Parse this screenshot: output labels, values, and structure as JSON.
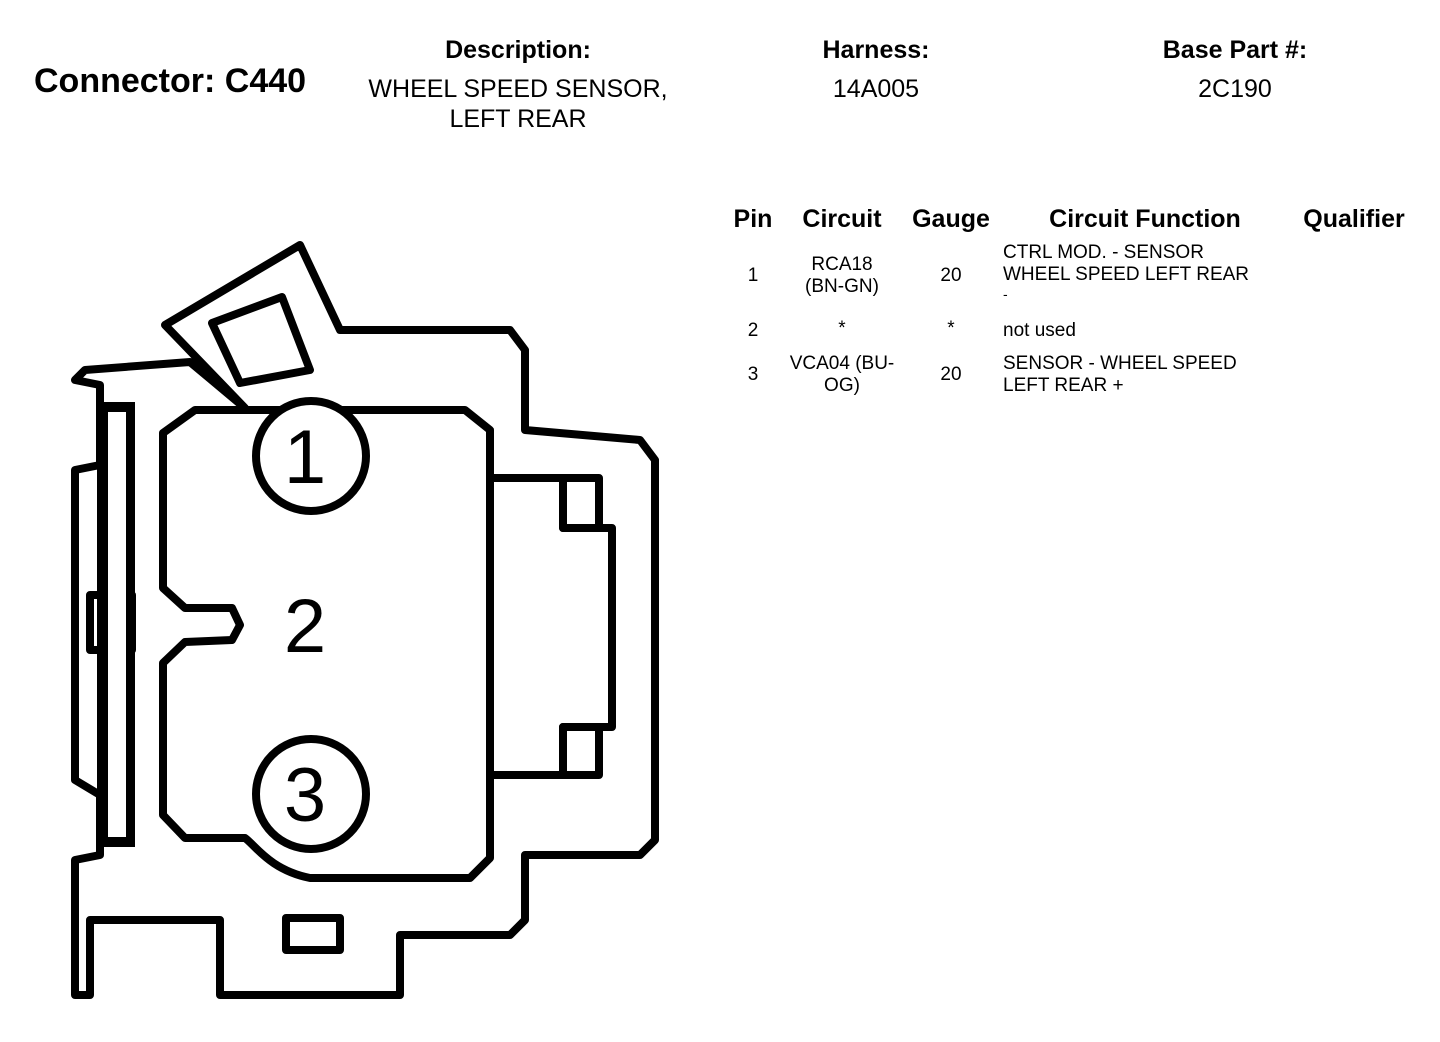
{
  "header": {
    "connector_title": "Connector: C440",
    "description_label": "Description:",
    "description_line1": "WHEEL SPEED SENSOR,",
    "description_line2": "LEFT REAR",
    "harness_label": "Harness:",
    "harness_value": "14A005",
    "base_part_label": "Base Part #:",
    "base_part_value": "2C190"
  },
  "table": {
    "columns": {
      "pin": "Pin",
      "circuit": "Circuit",
      "gauge": "Gauge",
      "function": "Circuit Function",
      "qualifier": "Qualifier"
    },
    "rows": [
      {
        "pin": "1",
        "circuit_line1": "RCA18",
        "circuit_line2": "(BN-GN)",
        "gauge": "20",
        "function_line1": "CTRL MOD. - SENSOR",
        "function_line2": "WHEEL SPEED LEFT REAR",
        "function_line3": "-",
        "qualifier": ""
      },
      {
        "pin": "2",
        "circuit_line1": "*",
        "gauge": "*",
        "function_line1": "not used",
        "qualifier": ""
      },
      {
        "pin": "3",
        "circuit_line1": "VCA04 (BU-",
        "circuit_line2": "OG)",
        "gauge": "20",
        "function_line1": "SENSOR - WHEEL SPEED",
        "function_line2": "LEFT REAR +",
        "qualifier": ""
      }
    ]
  },
  "diagram": {
    "pin_labels": [
      "1",
      "2",
      "3"
    ],
    "stroke_color": "#000000",
    "fill_color": "#ffffff"
  }
}
